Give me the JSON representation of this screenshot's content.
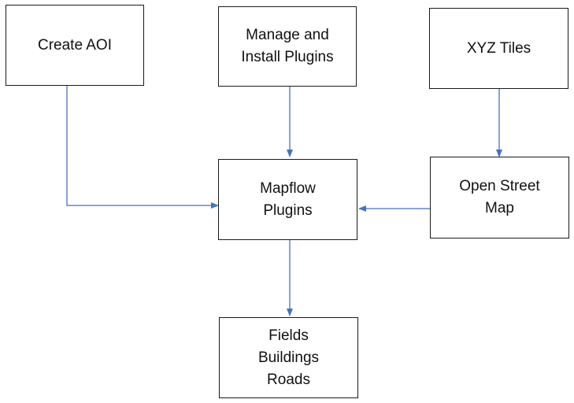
{
  "nodes": {
    "create_aoi": {
      "lines": [
        "Create AOI"
      ]
    },
    "manage_plugins": {
      "lines": [
        "Manage and",
        "Install Plugins"
      ]
    },
    "xyz_tiles": {
      "lines": [
        "XYZ Tiles"
      ]
    },
    "mapflow_plugins": {
      "lines": [
        "Mapflow",
        "Plugins"
      ]
    },
    "open_street_map": {
      "lines": [
        "Open Street",
        "Map"
      ]
    },
    "outputs": {
      "lines": [
        "Fields",
        "Buildings",
        "Roads"
      ]
    }
  },
  "edges": [
    {
      "from": "create_aoi",
      "to": "mapflow_plugins"
    },
    {
      "from": "manage_plugins",
      "to": "mapflow_plugins"
    },
    {
      "from": "xyz_tiles",
      "to": "open_street_map"
    },
    {
      "from": "open_street_map",
      "to": "mapflow_plugins"
    },
    {
      "from": "mapflow_plugins",
      "to": "outputs"
    }
  ],
  "colors": {
    "connector": "#4472c4",
    "box_border": "#1a1a1a",
    "text": "#111111"
  }
}
